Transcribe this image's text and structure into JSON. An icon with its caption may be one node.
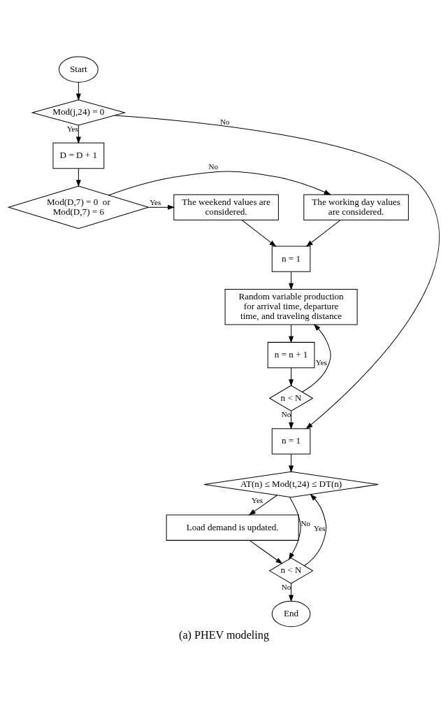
{
  "diagram": {
    "caption": "(a) PHEV modeling",
    "nodes": [
      {
        "text": [
          "Start"
        ]
      },
      {
        "text": [
          "Mod(j,24) = 0"
        ]
      },
      {
        "text": [
          "D = D + 1"
        ]
      },
      {
        "text": [
          "Mod(D,7) = 0  or Mod(D,7) = 6"
        ]
      },
      {
        "text": [
          "The working day values are considered."
        ]
      },
      {
        "text": [
          "The weekend values are considered."
        ]
      },
      {
        "text": [
          "n = 1"
        ]
      },
      {
        "text": [
          "Random variable production for arrival time, departure time, and traveling distance"
        ]
      },
      {
        "text": [
          "n = n + 1"
        ]
      },
      {
        "text": [
          "n < N"
        ]
      },
      {
        "text": [
          "n = 1"
        ]
      },
      {
        "text": [
          "AT(n) ≤ Mod(t,24) ≤ DT(n)"
        ]
      },
      {
        "text": [
          "Load demand is updated."
        ]
      },
      {
        "text": [
          "n < N"
        ]
      },
      {
        "text": [
          "End"
        ]
      }
    ],
    "edges": [
      {
        "from": 0,
        "to": 1,
        "arrow": "to"
      },
      {
        "from": 1,
        "to": 2,
        "arrow": "to",
        "label": "Yes"
      },
      {
        "from": 1,
        "to": 10,
        "arrow": "to",
        "label": "No"
      },
      {
        "from": 2,
        "to": 3,
        "arrow": "to"
      },
      {
        "from": 3,
        "to": 4,
        "arrow": "to",
        "label": "No"
      },
      {
        "from": 3,
        "to": 5,
        "arrow": "to",
        "label": "Yes"
      },
      {
        "from": 4,
        "to": 6,
        "arrow": "to"
      },
      {
        "from": 5,
        "to": 6,
        "arrow": "to"
      },
      {
        "from": 6,
        "to": 7,
        "arrow": "to"
      },
      {
        "from": 7,
        "to": 8,
        "arrow": "to"
      },
      {
        "from": 8,
        "to": 9,
        "arrow": "to"
      },
      {
        "from": 9,
        "to": 7,
        "arrow": "to",
        "label": "Yes"
      },
      {
        "from": 9,
        "to": 10,
        "arrow": "to",
        "label": "No"
      },
      {
        "from": 10,
        "to": 11,
        "arrow": "to"
      },
      {
        "from": 11,
        "to": 12,
        "arrow": "to",
        "label": "Yes"
      },
      {
        "from": 11,
        "to": 13,
        "arrow": "to",
        "label": "No"
      },
      {
        "from": 12,
        "to": 13,
        "arrow": "to"
      },
      {
        "from": 13,
        "to": 11,
        "arrow": "to",
        "label": "Yes"
      },
      {
        "from": 13,
        "to": 14,
        "arrow": "to",
        "label": "No"
      }
    ]
  }
}
